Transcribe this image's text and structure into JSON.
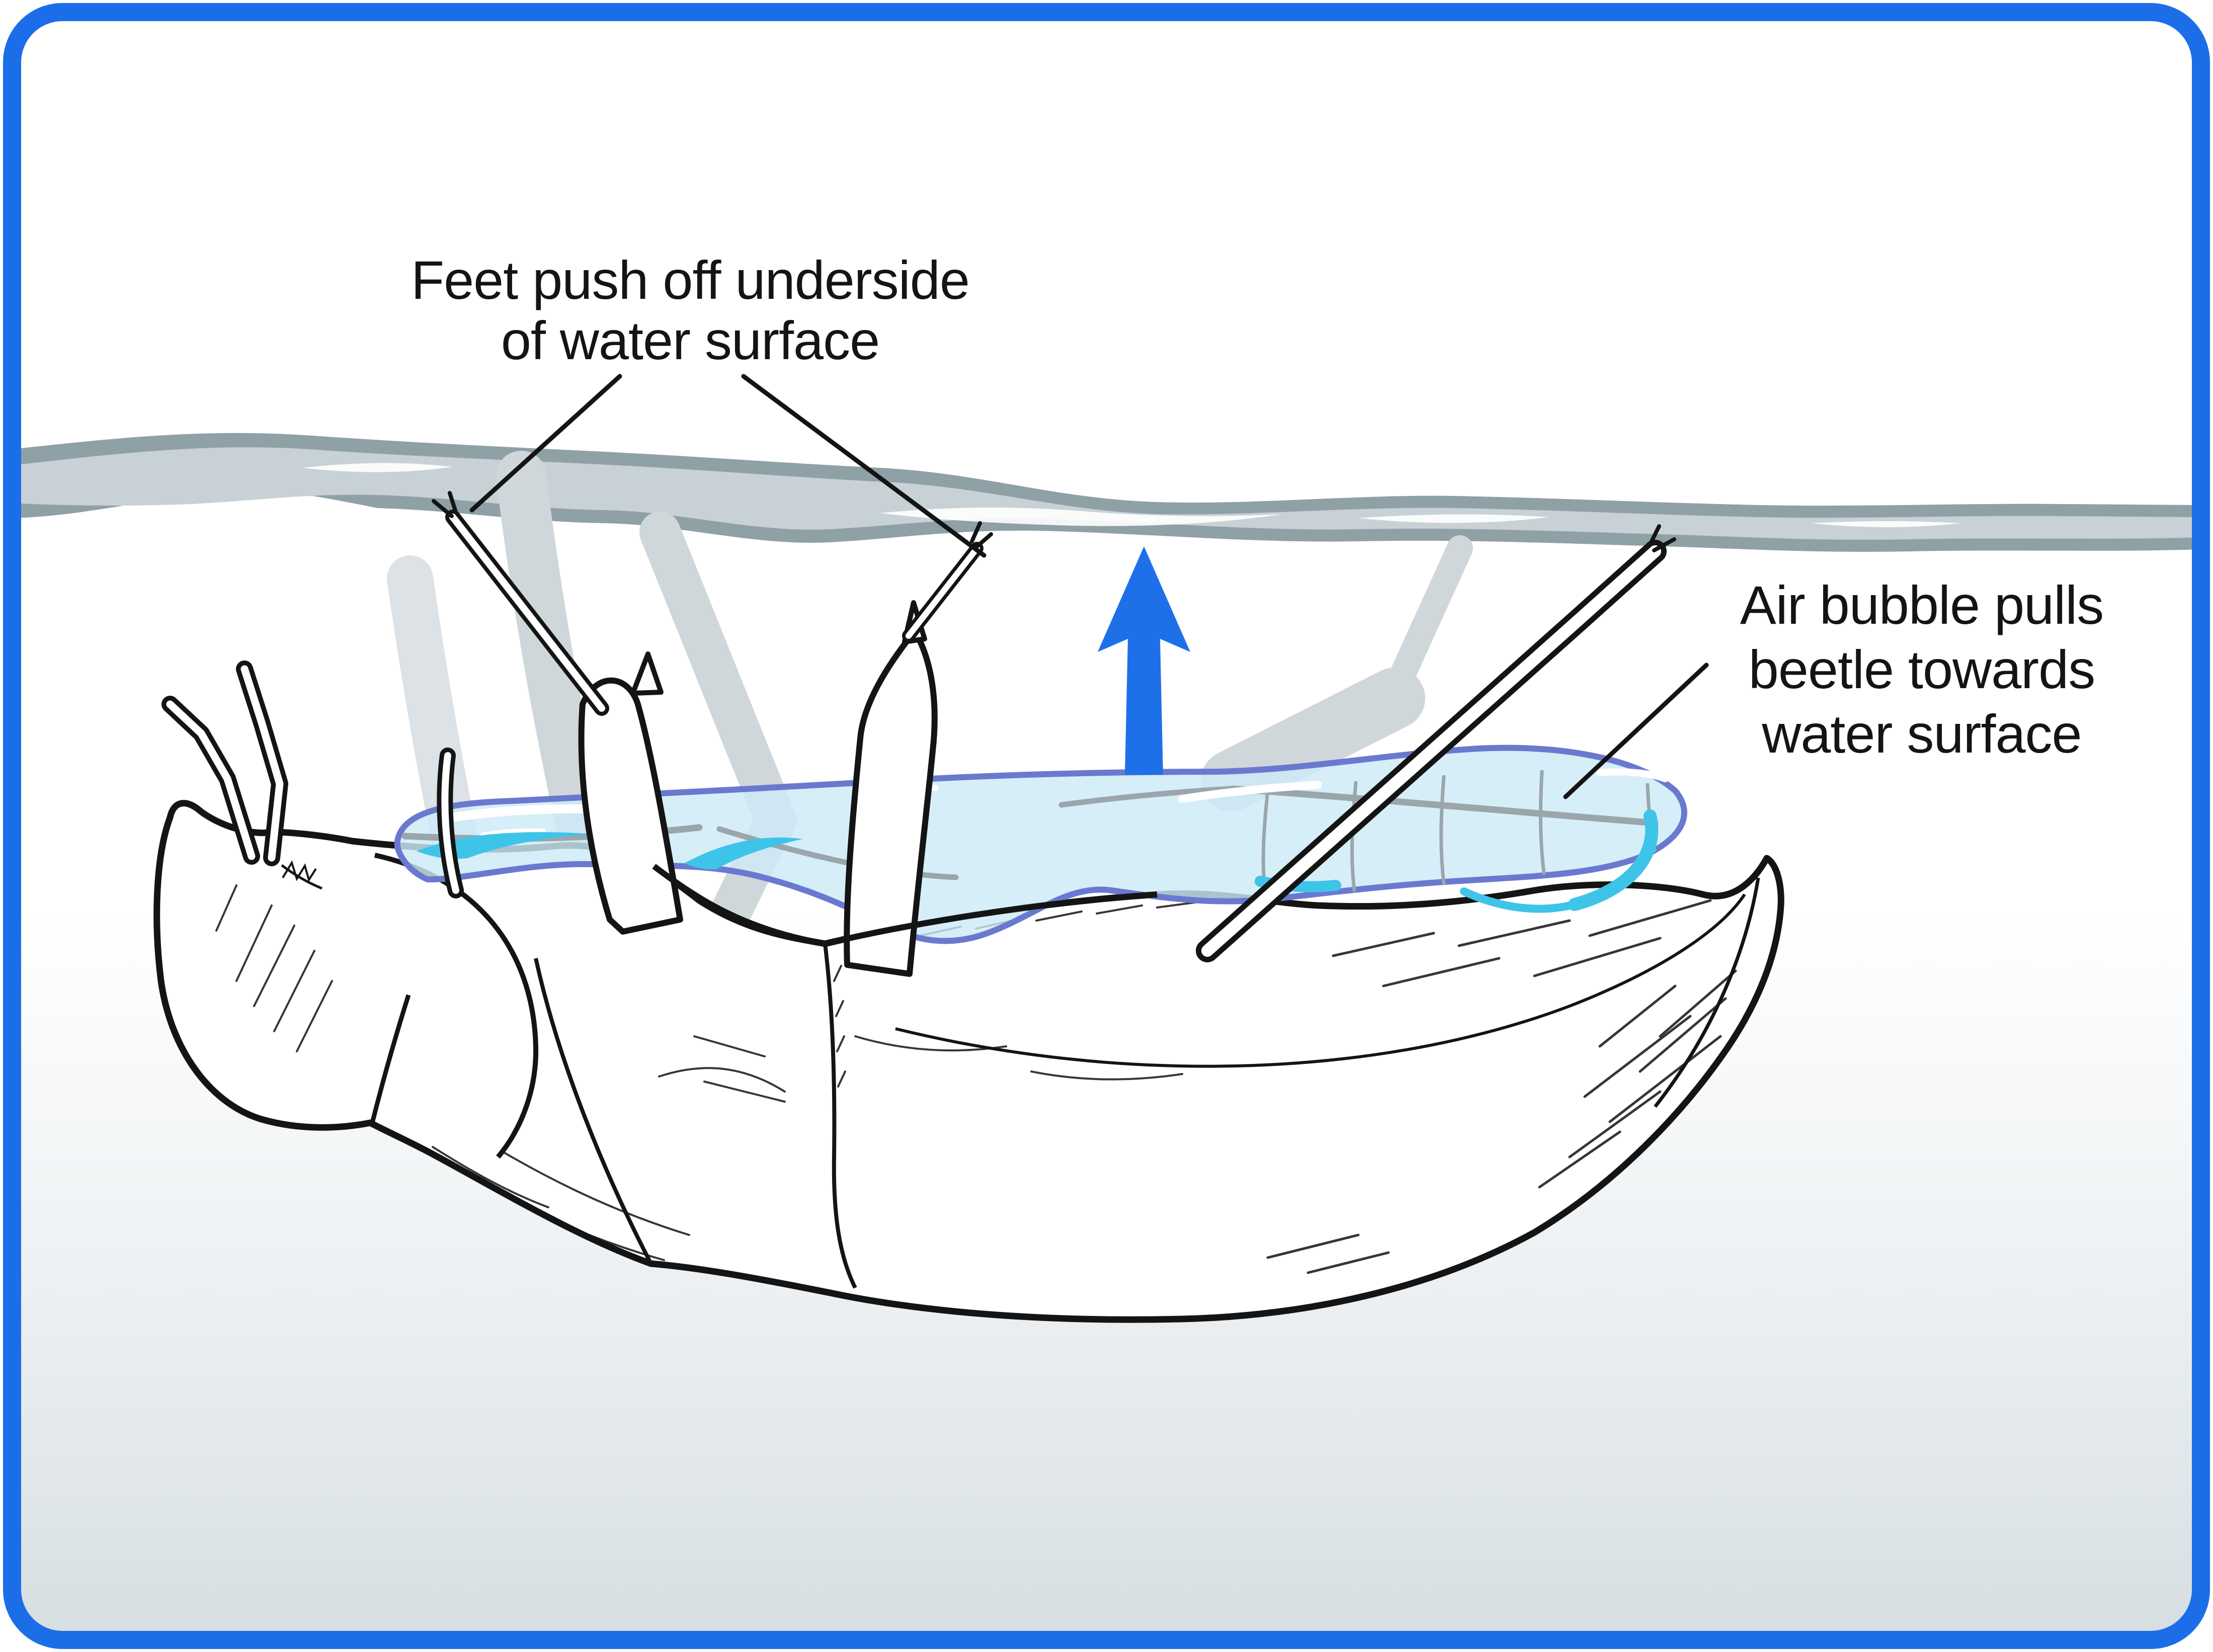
{
  "figure": {
    "kind": "educational-diagram",
    "caption_visible_text_only": true
  },
  "labels": {
    "feet": {
      "line1": "Feet push off underside",
      "line2": "of water surface"
    },
    "air": {
      "line1": "Air bubble pulls",
      "line2": "beetle towards",
      "line3": "water surface"
    }
  },
  "icons": {
    "up_arrow": "upward-buoyancy-arrow"
  },
  "theme": {
    "ink": "#141414",
    "frame-blue": "#1c6ee8",
    "arrow-blue": "#1e70e8",
    "water-dark": "#8fa0a6",
    "water-light": "#c8d2d6",
    "bubble-fill": "#cdeaf6",
    "bubble-line": "#6a79cf",
    "cyan": "#3fc4e9",
    "seg-gray": "#9aa6ab",
    "silhouette": "#cfd7da",
    "silhouette-light": "#dce2e5",
    "grad-bottom": "#d6dee2"
  }
}
